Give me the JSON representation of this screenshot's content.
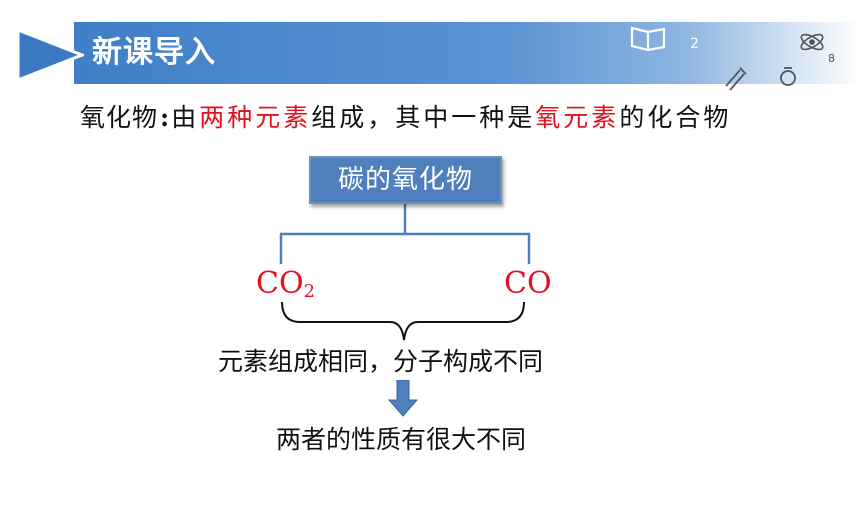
{
  "header": {
    "title": "新课导入",
    "colors": {
      "band": "#4a86cb",
      "arrow": "#3b79c3"
    },
    "icons": [
      "play-triangle-icon",
      "book-icon",
      "atom-icon",
      "test-tube-icon",
      "flask-icon"
    ]
  },
  "definition": {
    "term": "氧化物",
    "colon": ":",
    "parts": [
      {
        "text": "由",
        "highlight": false
      },
      {
        "text": "两种元素",
        "highlight": true
      },
      {
        "text": "组成，其中一种是",
        "highlight": false
      },
      {
        "text": "氧元素",
        "highlight": true
      },
      {
        "text": "的化合物",
        "highlight": false
      }
    ],
    "highlight_color": "#e0121e"
  },
  "diagram": {
    "box_label": "碳的氧化物",
    "box_color": "#4f7fbd",
    "left_formula": {
      "main": "CO",
      "subscript": "2"
    },
    "right_formula": "CO",
    "conclusion": "元素组成相同，分子构成不同",
    "result": "两者的性质有很大不同"
  }
}
